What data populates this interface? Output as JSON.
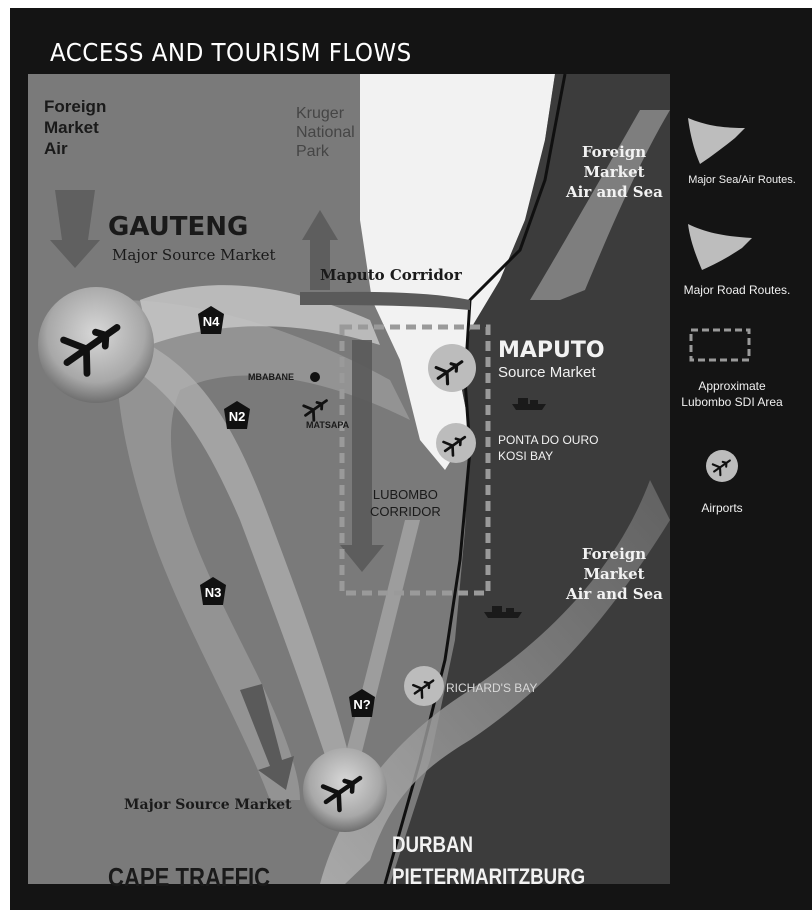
{
  "title": "ACCESS AND TOURISM FLOWS",
  "labels": {
    "foreign_air": [
      "Foreign",
      "Market",
      "Air"
    ],
    "kruger": [
      "Kruger",
      "National",
      "Park"
    ],
    "foreign_air_sea_top": [
      "Foreign",
      "Market",
      "Air and Sea"
    ],
    "gauteng": "GAUTENG",
    "gauteng_sub": "Major Source Market",
    "maputo_corridor": "Maputo Corridor",
    "mbabane": "MBABANE",
    "matsapa": "MATSAPA",
    "maputo": "MAPUTO",
    "maputo_sub": "Source Market",
    "ponta": "PONTA DO OURO",
    "kosi": "KOSI BAY",
    "lubombo_corridor": [
      "LUBOMBO",
      "CORRIDOR"
    ],
    "foreign_air_sea_bottom": [
      "Foreign",
      "Market",
      "Air and Sea"
    ],
    "richards_bay": "RICHARD'S BAY",
    "cape_source": "Major Source Market",
    "cape_traffic": "CAPE TRAFFIC",
    "durban": "DURBAN",
    "pietermaritzburg": "PIETERMARITZBURG"
  },
  "roads": {
    "n4": "N4",
    "n2": "N2",
    "n3": "N3",
    "n_unknown": "N?"
  },
  "legend": {
    "sea_air": "Major Sea/Air Routes.",
    "road": "Major Road Routes.",
    "sdi_area": [
      "Approximate",
      "Lubombo SDI Area"
    ],
    "airports": "Airports"
  },
  "colors": {
    "background": "#141414",
    "land": "#7a7a7a",
    "sea": "#3e3e3e",
    "mozambique_land": "#f2f2f2",
    "flow_light": "#c8c8c8",
    "flow_dark": "#5a5a5a",
    "sdi_dash": "#9a9a9a"
  },
  "icons": [
    "airplane-icon",
    "ship-icon",
    "road-shield-icon",
    "city-dot-icon"
  ]
}
